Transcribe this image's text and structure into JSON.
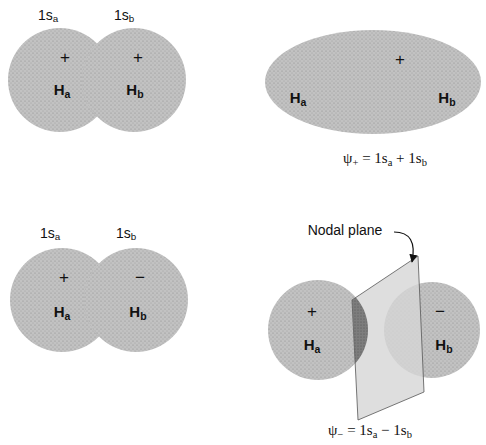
{
  "diagram": {
    "nodes": [
      {
        "text": [
          "+",
          "Ha"
        ]
      },
      {
        "text": [
          "+",
          "Hb"
        ]
      },
      {
        "text": [
          "+",
          "Ha",
          "Hb"
        ]
      },
      {
        "text": [
          "+",
          "Ha"
        ]
      },
      {
        "text": [
          "−",
          "Hb"
        ]
      },
      {
        "text": [
          "+",
          "Ha"
        ]
      },
      {
        "text": [
          "−",
          "Hb"
        ]
      }
    ],
    "labels": [
      "1sa",
      "1sb",
      "ψ+ = 1sa + 1sb",
      "1sa",
      "1sb",
      "Nodal plane",
      "ψ− = 1sa − 1sb"
    ]
  }
}
